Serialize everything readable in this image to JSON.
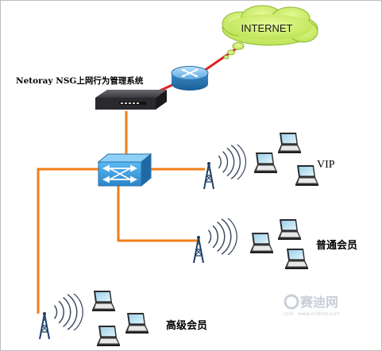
{
  "labels": {
    "internet": "INTERNET",
    "device": "Netoray NSG上网行为管理系统",
    "group_vip": "VIP",
    "group_regular": "普通会员",
    "group_senior": "高级会员"
  },
  "watermark": {
    "brand": "赛迪网",
    "latin": "ccid",
    "url": "www.ccidnet.com"
  },
  "colors": {
    "cloud": "#ccee66",
    "internet_link": "#dd2222",
    "lan_link": "#f07d16",
    "router": "#5aa8e0",
    "switch": "#4aa6e8"
  }
}
